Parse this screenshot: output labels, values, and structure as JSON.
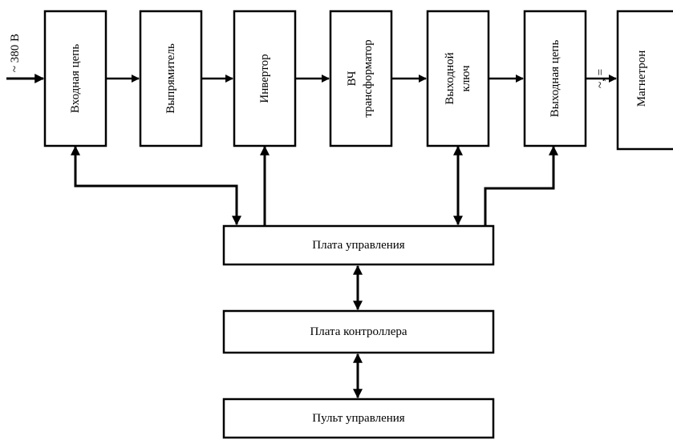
{
  "input_label": "~ 380 В",
  "blocks": {
    "input_circuit": "Входная цепь",
    "rectifier": "Выпрямитель",
    "inverter": "Инвертор",
    "hf_transformer_line1": "ВЧ",
    "hf_transformer_line2": "трансформатор",
    "output_key_line1": "Выходной",
    "output_key_line2": "ключ",
    "output_circuit": "Выходная цепь",
    "magnetron": "Магнетрон",
    "control_board": "Плата управления",
    "controller_board": "Плата контроллера",
    "control_panel": "Пульт управления"
  },
  "output_mark": "~, =",
  "colors": {
    "line": "#000000",
    "background": "#ffffff"
  }
}
